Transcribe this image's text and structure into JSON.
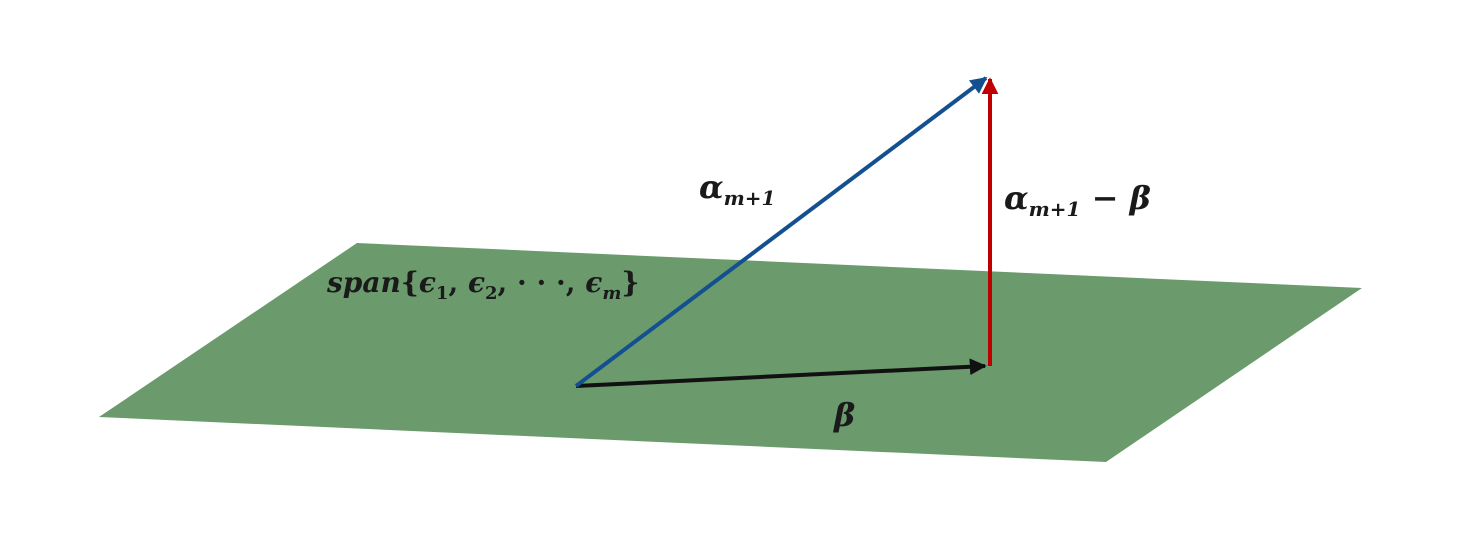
{
  "colors": {
    "plane": "#6b9a6c",
    "alpha_vector": "#14508f",
    "difference_vector": "#c00000",
    "beta_vector": "#111111",
    "text": "#1a1a1a"
  },
  "labels": {
    "span": {
      "word": "span",
      "open_brace": "{",
      "e1_symbol": "ϵ",
      "e1_sub": "1",
      "sep1": ", ",
      "e2_symbol": "ϵ",
      "e2_sub": "2",
      "sep2": ", ",
      "dots": "· · ·",
      "sep3": ", ",
      "em_symbol": "ϵ",
      "em_sub": "m",
      "close_brace": "}"
    },
    "alpha": {
      "symbol": "α",
      "sub": "m+1"
    },
    "difference": {
      "symbol": "α",
      "sub": "m+1",
      "minus": " − ",
      "beta": "β"
    },
    "beta": {
      "symbol": "β"
    }
  }
}
